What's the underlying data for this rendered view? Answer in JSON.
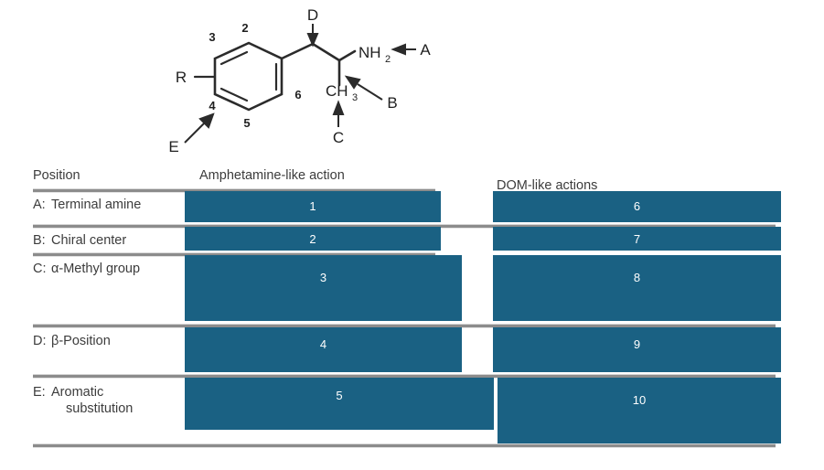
{
  "figure": {
    "name": "amphetamine-pharmacophore-diagram",
    "core_labels": {
      "r_group": "R",
      "amine": "NH",
      "amine_sub": "2",
      "methyl": "CH",
      "methyl_sub": "3"
    },
    "ring_numbers": [
      "2",
      "3",
      "4",
      "5",
      "6"
    ],
    "callouts": [
      "A",
      "B",
      "C",
      "D",
      "E"
    ]
  },
  "table": {
    "headers": {
      "position": "Position",
      "amphetamine": "Amphetamine-like action",
      "dom": "DOM-like actions"
    },
    "rows": [
      {
        "letter": "A:",
        "label": "Terminal amine",
        "label2": "",
        "left_value": "1",
        "right_value": "6"
      },
      {
        "letter": "B:",
        "label": "Chiral center",
        "label2": "",
        "left_value": "2",
        "right_value": "7"
      },
      {
        "letter": "C:",
        "label": "α-Methyl group",
        "label2": "",
        "left_value": "3",
        "right_value": "8"
      },
      {
        "letter": "D:",
        "label": "β-Position",
        "label2": "",
        "left_value": "4",
        "right_value": "9"
      },
      {
        "letter": "E:",
        "label": "Aromatic",
        "label2": "substitution",
        "left_value": "5",
        "right_value": "10"
      }
    ]
  },
  "chart_data": {
    "type": "bar",
    "title": "",
    "xlabel": "",
    "ylabel": "",
    "categories": [
      "A: Terminal amine",
      "B: Chiral center",
      "C: α-Methyl group",
      "D: β-Position",
      "E: Aromatic substitution"
    ],
    "series": [
      {
        "name": "Amphetamine-like action",
        "values": [
          1,
          2,
          3,
          4,
          5
        ]
      },
      {
        "name": "DOM-like actions",
        "values": [
          6,
          7,
          8,
          9,
          10
        ]
      }
    ],
    "legend_position": "top",
    "grid": false,
    "colors": {
      "bar": "#1a6183",
      "rule": "#8c8c8c"
    }
  }
}
